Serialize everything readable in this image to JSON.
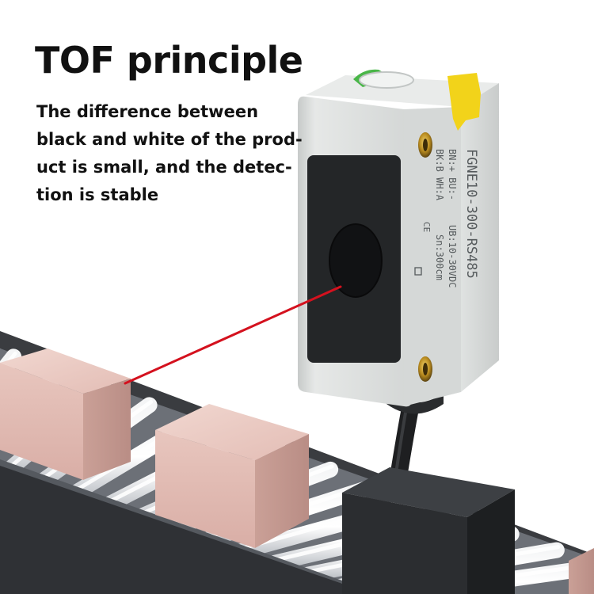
{
  "heading": "TOF principle",
  "description_lines": [
    "The difference between",
    "black and white of the prod-",
    "uct is small, and the detec-",
    "tion is stable"
  ],
  "sensor_label": {
    "model": "FGNE10-300-RS485",
    "wiring_1": "BN:+ BU:-",
    "wiring_2": "BK:B WH:A",
    "supply": "UB:10-30VDC",
    "range": "Sn:300cm",
    "ce_mark": "CE"
  },
  "colors": {
    "laser": "#d4111e",
    "sensor_body": "#d9dcda",
    "sensor_window": "#242628",
    "indicator_green": "#49b648",
    "indicator_yellow": "#f2d31a",
    "box_pink": "#e2bbb3",
    "dark_box": "#2b2d30",
    "conveyor_frame": "#3a3c40"
  },
  "icons": [
    "laser-beam-icon",
    "sensor-indicator-green-icon",
    "sensor-indicator-yellow-icon",
    "mounting-screw-icon"
  ]
}
